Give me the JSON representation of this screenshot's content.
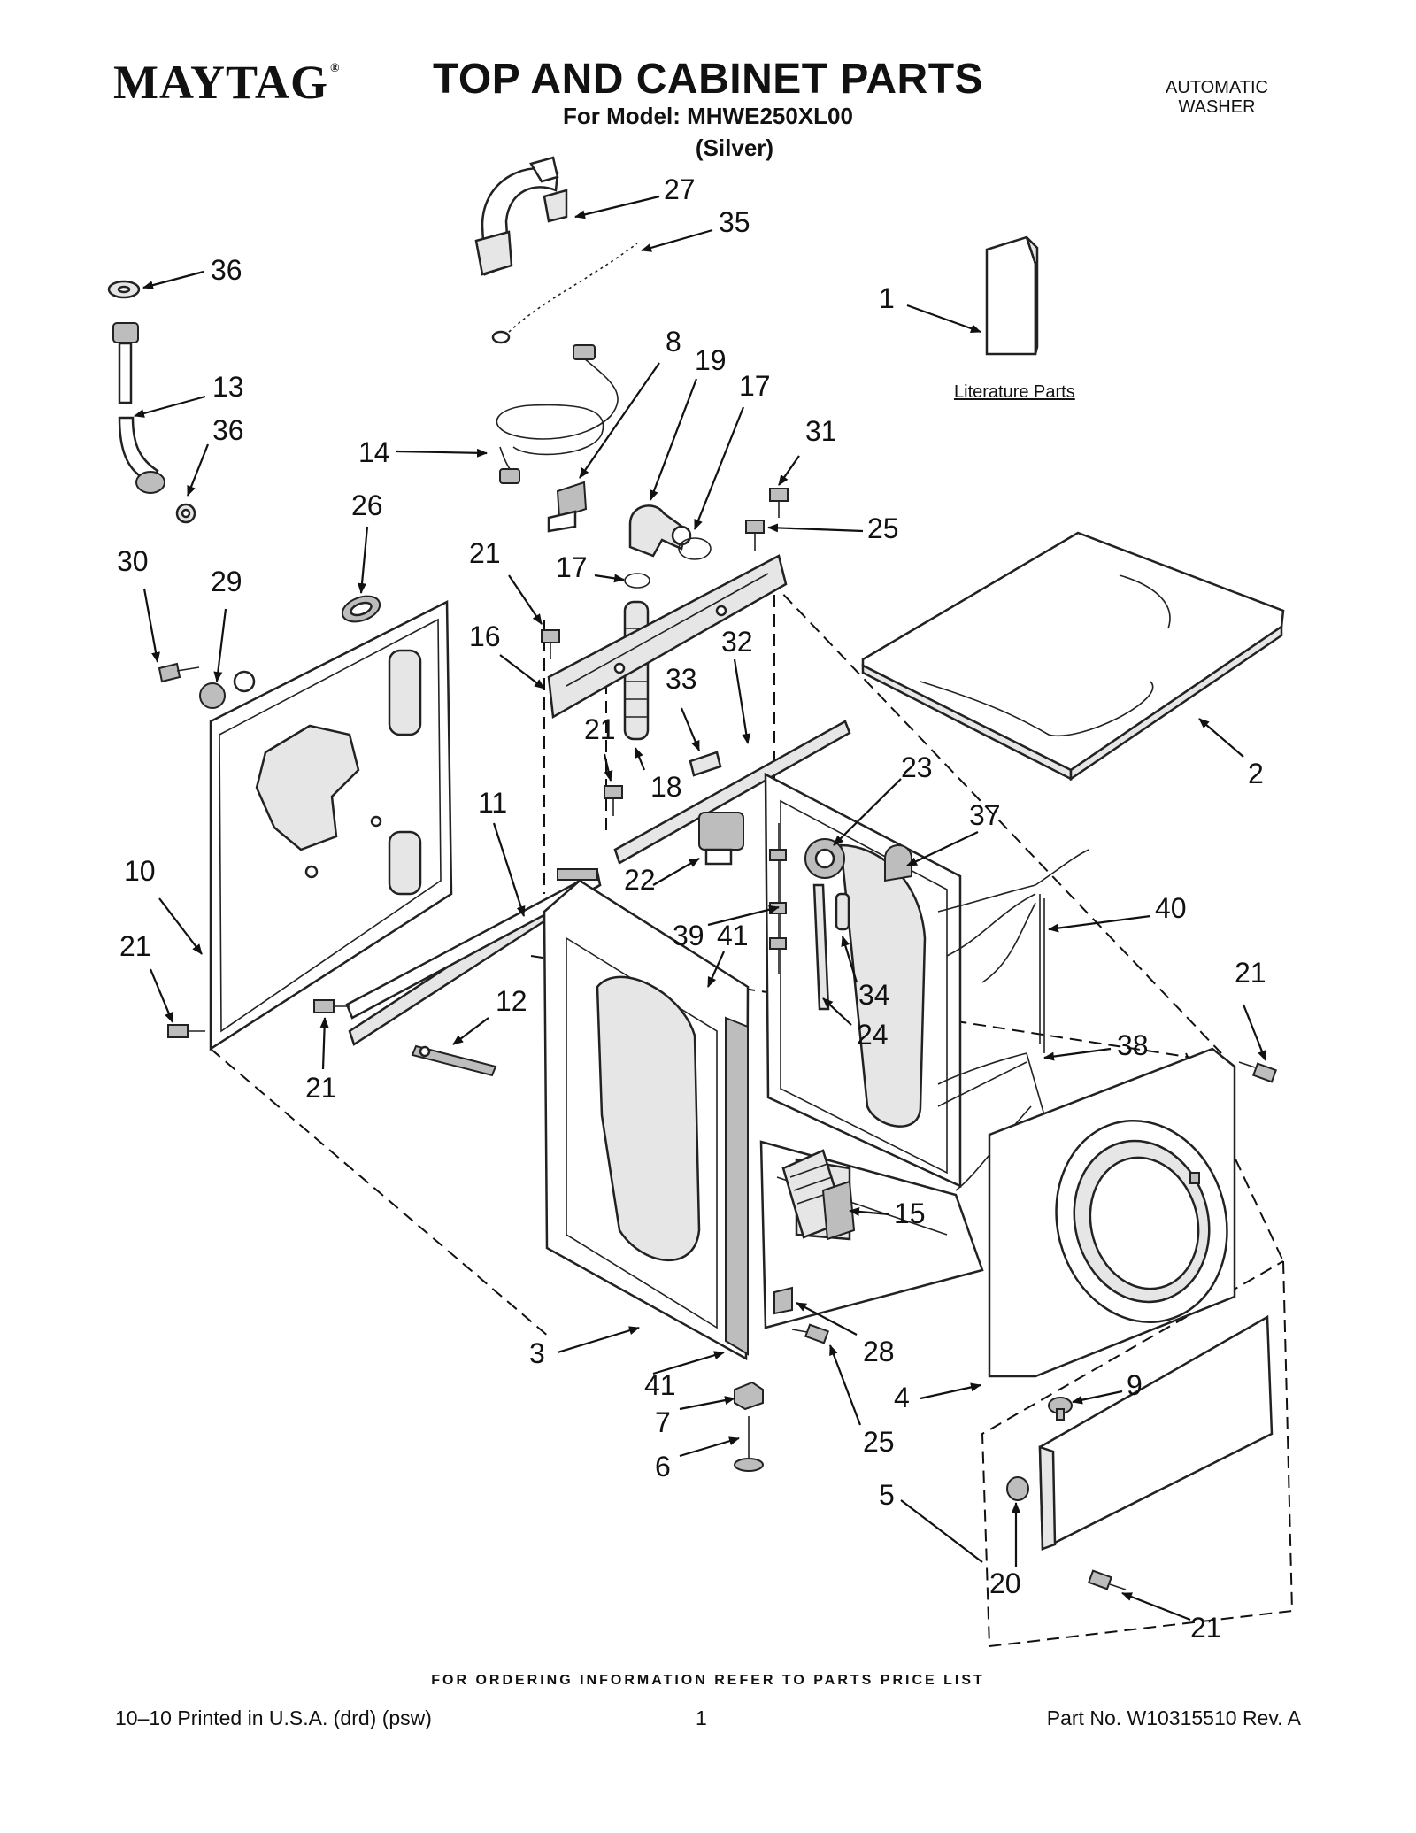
{
  "header": {
    "brand": "MAYTAG",
    "brand_mark": "®",
    "title": "TOP AND CABINET PARTS",
    "model_line": "For Model: MHWE250XL00",
    "color_line": "(Silver)",
    "appliance_line1": "AUTOMATIC",
    "appliance_line2": "WASHER"
  },
  "literature_label": "Literature Parts",
  "callouts": [
    {
      "id": "c27",
      "text": "27"
    },
    {
      "id": "c35",
      "text": "35"
    },
    {
      "id": "c36a",
      "text": "36"
    },
    {
      "id": "c1",
      "text": "1"
    },
    {
      "id": "c13",
      "text": "13"
    },
    {
      "id": "c36b",
      "text": "36"
    },
    {
      "id": "c8",
      "text": "8"
    },
    {
      "id": "c19",
      "text": "19"
    },
    {
      "id": "c17a",
      "text": "17"
    },
    {
      "id": "c31",
      "text": "31"
    },
    {
      "id": "c14",
      "text": "14"
    },
    {
      "id": "c26",
      "text": "26"
    },
    {
      "id": "c25a",
      "text": "25"
    },
    {
      "id": "c21a",
      "text": "21"
    },
    {
      "id": "c17b",
      "text": "17"
    },
    {
      "id": "c30",
      "text": "30"
    },
    {
      "id": "c29",
      "text": "29"
    },
    {
      "id": "c16",
      "text": "16"
    },
    {
      "id": "c33",
      "text": "33"
    },
    {
      "id": "c32",
      "text": "32"
    },
    {
      "id": "c21b",
      "text": "21"
    },
    {
      "id": "c2",
      "text": "2"
    },
    {
      "id": "c18",
      "text": "18"
    },
    {
      "id": "c23",
      "text": "23"
    },
    {
      "id": "c11",
      "text": "11"
    },
    {
      "id": "c37",
      "text": "37"
    },
    {
      "id": "c10",
      "text": "10"
    },
    {
      "id": "c22",
      "text": "22"
    },
    {
      "id": "c40",
      "text": "40"
    },
    {
      "id": "c21c",
      "text": "21"
    },
    {
      "id": "c39",
      "text": "39"
    },
    {
      "id": "c41a",
      "text": "41"
    },
    {
      "id": "c21d",
      "text": "21"
    },
    {
      "id": "c34",
      "text": "34"
    },
    {
      "id": "c12",
      "text": "12"
    },
    {
      "id": "c24",
      "text": "24"
    },
    {
      "id": "c38",
      "text": "38"
    },
    {
      "id": "c21e",
      "text": "21"
    },
    {
      "id": "c15",
      "text": "15"
    },
    {
      "id": "c3",
      "text": "3"
    },
    {
      "id": "c28",
      "text": "28"
    },
    {
      "id": "c41b",
      "text": "41"
    },
    {
      "id": "c4",
      "text": "4"
    },
    {
      "id": "c9",
      "text": "9"
    },
    {
      "id": "c7",
      "text": "7"
    },
    {
      "id": "c25b",
      "text": "25"
    },
    {
      "id": "c6",
      "text": "6"
    },
    {
      "id": "c5",
      "text": "5"
    },
    {
      "id": "c20",
      "text": "20"
    },
    {
      "id": "c21f",
      "text": "21"
    }
  ],
  "footer": {
    "order_note": "FOR ORDERING INFORMATION REFER TO PARTS PRICE LIST",
    "printed": "10–10 Printed in U.S.A. (drd) (psw)",
    "page": "1",
    "part_no": "Part No. W10315510 Rev. A"
  }
}
